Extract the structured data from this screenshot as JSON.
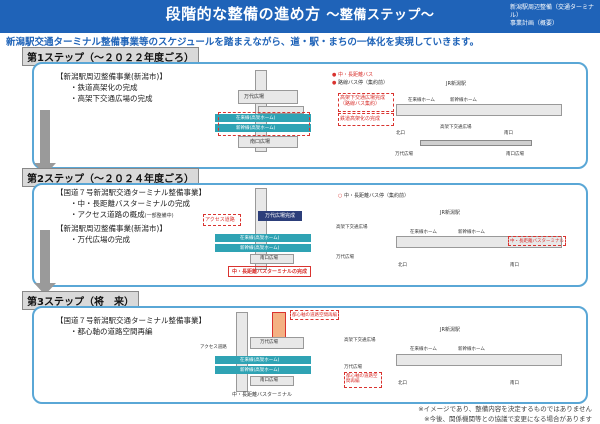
{
  "header": {
    "title": "段階的な整備の進め方",
    "subtitle": "～整備ステップ～",
    "note_line1": "新潟駅周辺整備（交通ターミナル）",
    "note_line2": "事業計画（概要）"
  },
  "lead": "新潟駅交通ターミナル整備事業等のスケジュールを踏まえながら、道・駅・まちの一体化を実現していきます。",
  "step1": {
    "heading": "第1ステップ（～２０２２年度ごろ）",
    "project": "【新潟駅周辺整備事業(新潟市)】",
    "items": [
      "・鉄道高架化の完成",
      "・高架下交通広場の完成"
    ],
    "legend1": "中・長距離バス",
    "legend2": "路線バス停（集約前）",
    "labels": {
      "bandai": "万代広場",
      "zairai": "在来線(高架ホーム)",
      "shinkansen": "新幹線(高架ホーム)",
      "minami": "南口広場",
      "callout1": "高架下交通広場完成（路線バス集約）",
      "callout2": "鉄道高架化の完成",
      "jr": "JR新潟駅",
      "zairai_home": "在来線ホーム",
      "shinkansen_home": "新幹線ホーム",
      "koka_kotsu": "高架下交通広場",
      "kita": "北口",
      "minami_guchi": "南口",
      "bandai2": "万代広場",
      "minami2": "南口広場"
    }
  },
  "step2": {
    "heading": "第2ステップ（～２０２４年度ごろ）",
    "project1": "【国道７号新潟駅交通ターミナル整備事業】",
    "items1": [
      "・中・長距離バスターミナルの完成",
      "・アクセス道路の概成"
    ],
    "items1_note": "(一部整備中)",
    "project2": "【新潟駅周辺整備事業(新潟市)】",
    "items2": [
      "・万代広場の完成"
    ],
    "legend1": "中・長距離バス停（集約前）",
    "labels": {
      "access": "アクセス道路",
      "bandai_done": "万代広場完成",
      "zairai": "在来線(高架ホーム)",
      "shinkansen": "新幹線(高架ホーム)",
      "minami": "南口広場",
      "terminal_done": "中・長距離バスターミナルの完成",
      "jr": "JR新潟駅",
      "zairai_home": "在来線ホーム",
      "shinkansen_home": "新幹線ホーム",
      "koka_kotsu": "高架下交通広場",
      "bandai2": "万代広場",
      "terminal": "中・長距離バスターミナル",
      "kita": "北口",
      "minami_guchi": "南口"
    }
  },
  "step3": {
    "heading": "第3ステップ（将　来）",
    "project": "【国道７号新潟駅交通ターミナル整備事業】",
    "items": [
      "・都心軸の道路空間再編"
    ],
    "labels": {
      "toshinjiku": "都心軸の道路空間再編",
      "bandai": "万代広場",
      "access": "アクセス道路",
      "zairai": "在来線(高架ホーム)",
      "shinkansen": "新幹線(高架ホーム)",
      "minami": "南口広場",
      "terminal": "中・長距離バスターミナル",
      "jr": "JR新潟駅",
      "zairai_home": "在来線ホーム",
      "shinkansen_home": "新幹線ホーム",
      "koka_kotsu": "高架下交通広場",
      "bandai2": "万代広場",
      "callout": "都心軸の道路空間再編",
      "kita": "北口",
      "minami_guchi": "南口"
    }
  },
  "footnotes": [
    "※イメージであり、整備内容を決定するものではありません",
    "※今後、関係機関等との協議で変更になる場合があります"
  ],
  "colors": {
    "header_bg": "#1f63b8",
    "panel_border": "#5aa7d6",
    "teal": "#2fa3b4",
    "red": "#d9332f",
    "navy": "#2c3e7a"
  }
}
